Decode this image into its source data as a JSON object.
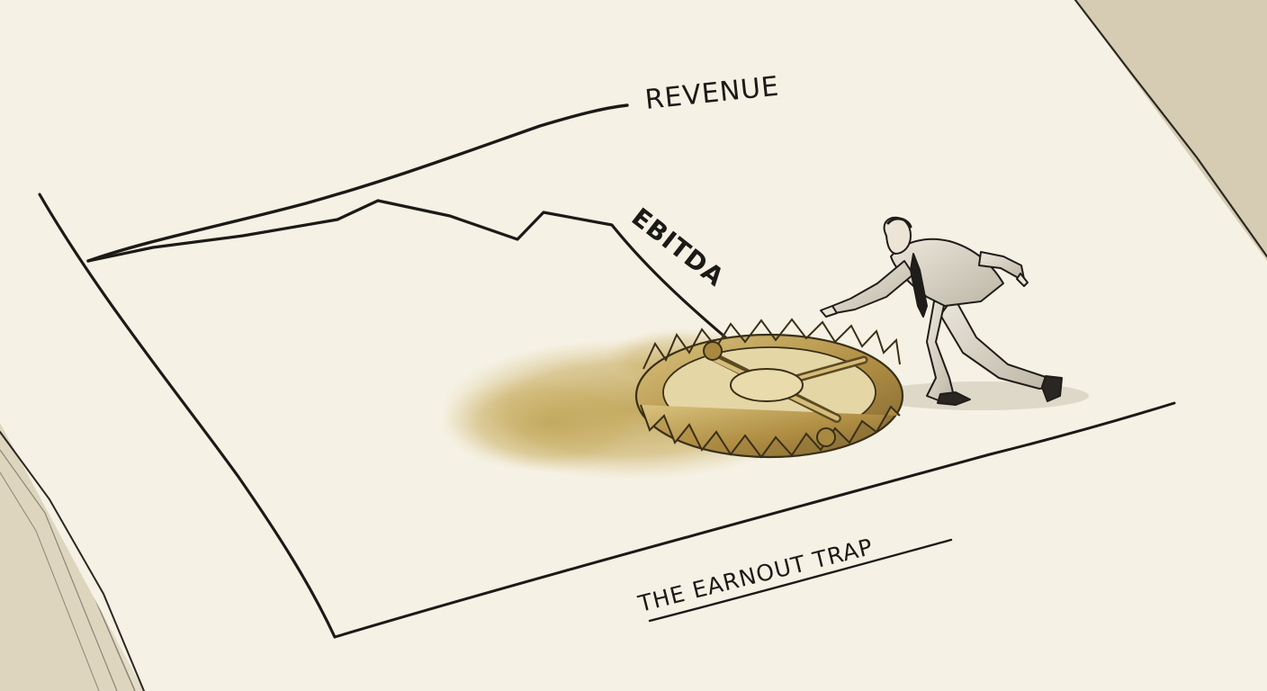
{
  "labels": {
    "revenue": "REVENUE",
    "ebitda": "EBITDA",
    "caption": "THE EARNOUT TRAP"
  },
  "colors": {
    "paper": "#f5f1e4",
    "table": "#e5ddca",
    "ink": "#1b1a17",
    "brass": "#b89a4e",
    "stain": "#c2a85a",
    "suit": "#d8d2c4"
  },
  "icons": [
    "bear-trap-icon",
    "businessman-figure-icon",
    "downward-arrow-icon"
  ]
}
